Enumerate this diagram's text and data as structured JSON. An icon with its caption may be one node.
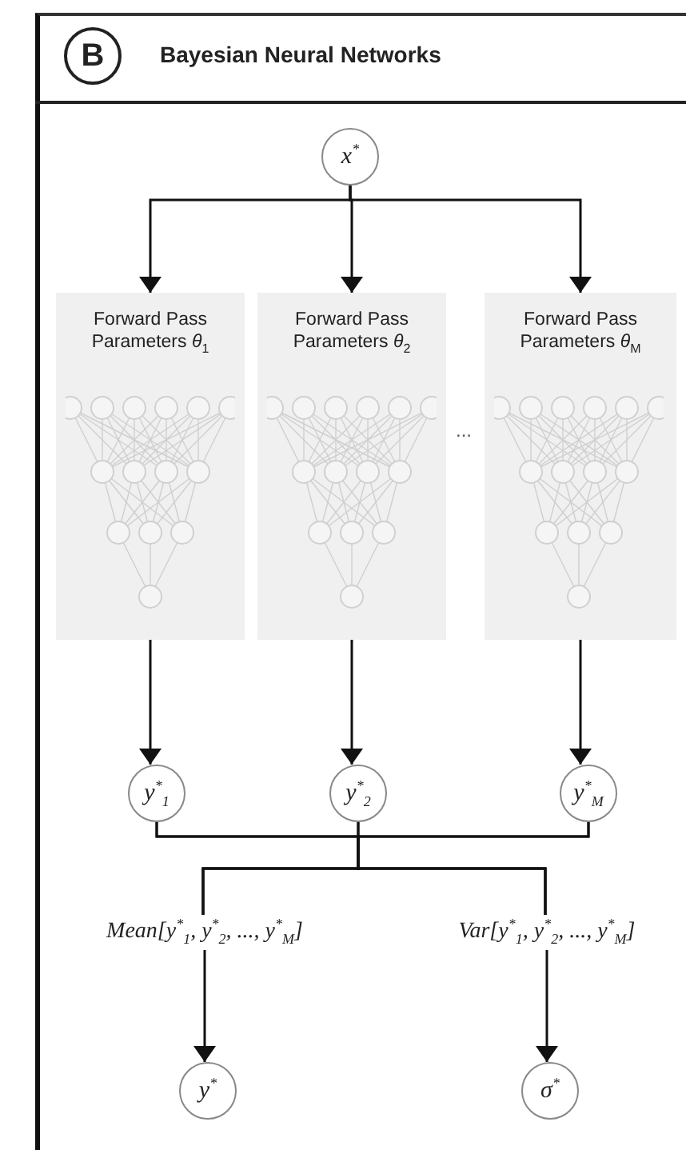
{
  "diagram": {
    "title": "Bayesian Neural Networks",
    "nodes": [
      {
        "text": [
          "x$^{*}$"
        ]
      },
      {
        "text": [
          "Forward Pass Parameters *θ*$_{1}$"
        ]
      },
      {
        "text": [
          "Forward Pass Parameters *θ*$_{2}$"
        ]
      },
      {
        "text": [
          "Forward Pass Parameters *θ*$_{M}$"
        ]
      },
      {
        "text": [
          "y$^{*}$$_{1}$"
        ]
      },
      {
        "text": [
          "y$^{*}$$_{2}$"
        ]
      },
      {
        "text": [
          "y$^{*}$$_{M}$"
        ]
      },
      {
        "text": [
          "Mean[y$^{*}$$_{1}$, y$^{*}$$_{2}$, ..., y$^{*}$$_{M}$]"
        ]
      },
      {
        "text": [
          "Var[y$^{*}$$_{1}$, y$^{*}$$_{2}$, ..., y$^{*}$$_{M}$]"
        ]
      },
      {
        "text": [
          "y$^{*}$"
        ]
      },
      {
        "text": [
          "σ$^{*}$"
        ]
      }
    ],
    "edges": [
      {
        "from": 0,
        "to": 1,
        "arrow": "to"
      },
      {
        "from": 0,
        "to": 2,
        "arrow": "to"
      },
      {
        "from": 0,
        "to": 3,
        "arrow": "to"
      },
      {
        "from": 1,
        "to": 4,
        "arrow": "to"
      },
      {
        "from": 2,
        "to": 5,
        "arrow": "to"
      },
      {
        "from": 3,
        "to": 6,
        "arrow": "to"
      },
      {
        "from": 4,
        "to": 7,
        "arrow": "none"
      },
      {
        "from": 5,
        "to": 7,
        "arrow": "none"
      },
      {
        "from": 6,
        "to": 7,
        "arrow": "none"
      },
      {
        "from": 4,
        "to": 8,
        "arrow": "none"
      },
      {
        "from": 5,
        "to": 8,
        "arrow": "none"
      },
      {
        "from": 6,
        "to": 8,
        "arrow": "none"
      },
      {
        "from": 7,
        "to": 9,
        "arrow": "to"
      },
      {
        "from": 8,
        "to": 10,
        "arrow": "to"
      }
    ],
    "labels": [
      "B",
      "..."
    ]
  }
}
